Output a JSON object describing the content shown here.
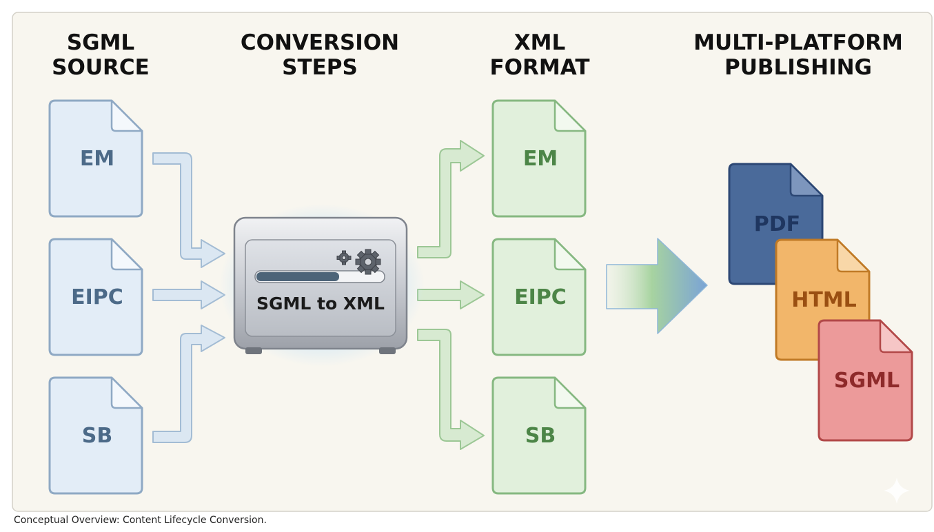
{
  "columns": {
    "source": {
      "line1": "SGML",
      "line2": "SOURCE"
    },
    "conversion": {
      "line1": "CONVERSION",
      "line2": "STEPS"
    },
    "xml": {
      "line1": "XML",
      "line2": "FORMAT"
    },
    "publishing": {
      "line1": "MULTI-PLATFORM",
      "line2": "PUBLISHING"
    }
  },
  "source_docs": [
    "EM",
    "EIPC",
    "SB"
  ],
  "converter": {
    "label": "SGML to XML",
    "icon": "gears-icon"
  },
  "xml_docs": [
    "EM",
    "EIPC",
    "SB"
  ],
  "outputs": [
    "PDF",
    "HTML",
    "SGML"
  ],
  "caption": "Conceptual Overview: Content Lifecycle Conversion.",
  "colors": {
    "background": "#f8f6ef",
    "source_fill": "#e3edf7",
    "source_stroke": "#8fa9c4",
    "source_text": "#4c6a88",
    "xml_fill": "#e1f0dc",
    "xml_stroke": "#86b881",
    "xml_text": "#4c8547",
    "pdf_fill": "#4a6a9a",
    "pdf_text": "#1f3660",
    "html_fill": "#f2b66a",
    "html_text": "#9a4f12",
    "sgml_out_fill": "#ec9a9a",
    "sgml_out_text": "#8e2a2a"
  }
}
